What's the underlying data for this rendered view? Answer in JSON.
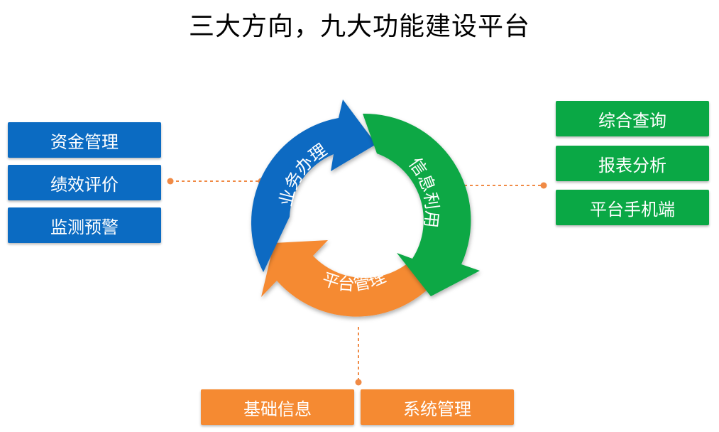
{
  "title": "三大方向，九大功能建设平台",
  "cycle": {
    "segments": [
      {
        "label": "业务办理",
        "color": "#0b6bc2"
      },
      {
        "label": "信息利用",
        "color": "#0aa845"
      },
      {
        "label": "平台管理",
        "color": "#f58a32"
      }
    ]
  },
  "groups": {
    "left": {
      "color": "#0b6bc2",
      "items": [
        "资金管理",
        "绩效评价",
        "监测预警"
      ]
    },
    "right": {
      "color": "#0aa845",
      "items": [
        "综合查询",
        "报表分析",
        "平台手机端"
      ]
    },
    "bottom": {
      "color": "#f58a32",
      "items": [
        "基础信息",
        "系统管理"
      ]
    }
  },
  "connector_color": "#f08a45"
}
